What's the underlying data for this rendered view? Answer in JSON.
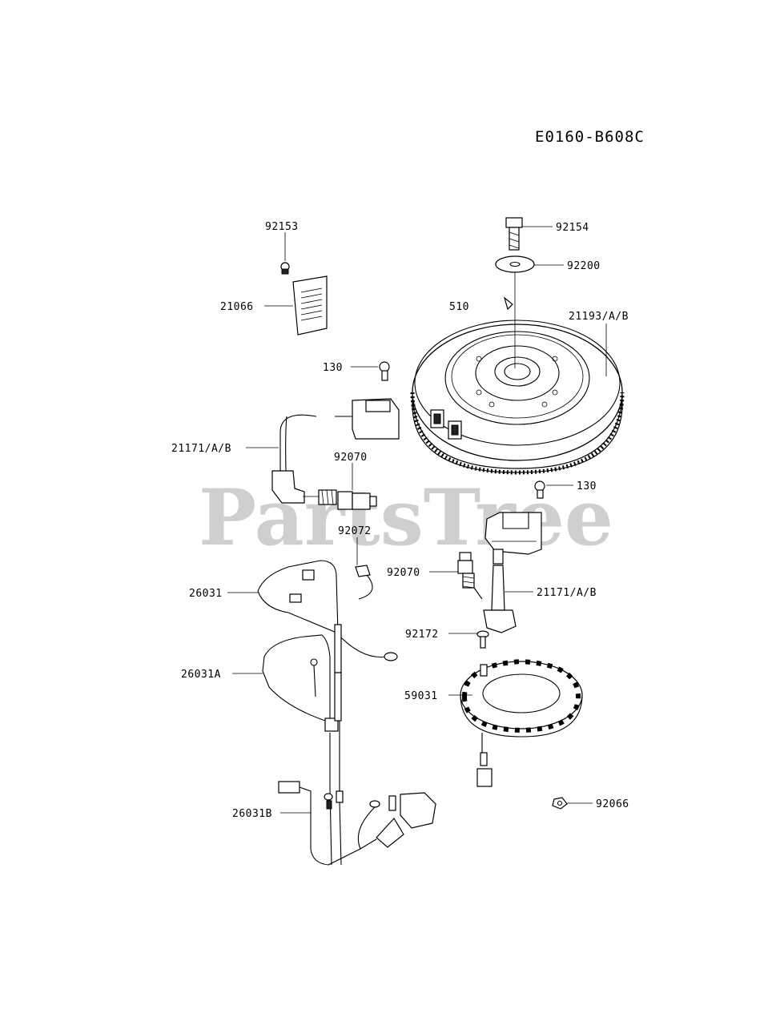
{
  "drawing_code": "E0160-B608C",
  "watermark": "PartsTree",
  "parts": [
    {
      "id": "p-92153",
      "label": "92153"
    },
    {
      "id": "p-21066",
      "label": "21066"
    },
    {
      "id": "p-130-top",
      "label": "130"
    },
    {
      "id": "p-21171-left",
      "label": "21171/A/B"
    },
    {
      "id": "p-92070-left",
      "label": "92070"
    },
    {
      "id": "p-92072",
      "label": "92072"
    },
    {
      "id": "p-26031",
      "label": "26031"
    },
    {
      "id": "p-26031A",
      "label": "26031A"
    },
    {
      "id": "p-26031B",
      "label": "26031B"
    },
    {
      "id": "p-92154",
      "label": "92154"
    },
    {
      "id": "p-92200",
      "label": "92200"
    },
    {
      "id": "p-510",
      "label": "510"
    },
    {
      "id": "p-21193",
      "label": "21193/A/B"
    },
    {
      "id": "p-130-right",
      "label": "130"
    },
    {
      "id": "p-92070-center",
      "label": "92070"
    },
    {
      "id": "p-21171-right",
      "label": "21171/A/B"
    },
    {
      "id": "p-92172",
      "label": "92172"
    },
    {
      "id": "p-59031",
      "label": "59031"
    },
    {
      "id": "p-92066",
      "label": "92066"
    }
  ]
}
